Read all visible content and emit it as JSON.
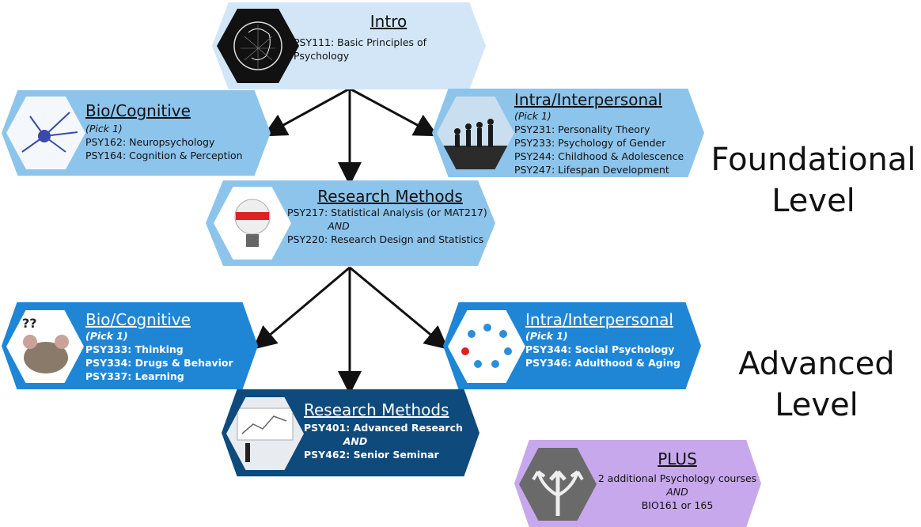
{
  "colors": {
    "intro": "#d2e6f8",
    "foundational": "#8cc4ec",
    "advanced": "#1f86d6",
    "advanced_methods": "#0e4a7c",
    "plus": "#c8a8ec",
    "arrow": "#111111"
  },
  "intro": {
    "title": "Intro",
    "course": "PSY111: Basic Principles of Psychology",
    "image_icon": "brain-head-icon"
  },
  "foundational": {
    "level_label_line1": "Foundational",
    "level_label_line2": "Level",
    "bio": {
      "title": "Bio/Cognitive",
      "pick": "(Pick 1)",
      "courses": [
        "PSY162: Neuropsychology",
        "PSY164: Cognition & Perception"
      ],
      "image_icon": "neuron-icon"
    },
    "intra": {
      "title": "Intra/Interpersonal",
      "pick": "(Pick 1)",
      "courses": [
        "PSY231: Personality Theory",
        "PSY233: Psychology of Gender",
        "PSY244: Childhood & Adolescence",
        "PSY247: Lifespan Development"
      ],
      "image_icon": "people-silhouette-icon"
    },
    "methods": {
      "title": "Research Methods",
      "line1": "PSY217: Statistical Analysis (or MAT217)",
      "and": "AND",
      "line2": "PSY220: Research Design and Statistics",
      "image_icon": "research-lightbulb-icon"
    }
  },
  "advanced": {
    "level_label_line1": "Advanced",
    "level_label_line2": "Level",
    "bio": {
      "title": "Bio/Cognitive",
      "pick": "(Pick 1)",
      "courses": [
        "PSY333: Thinking",
        "PSY334: Drugs & Behavior",
        "PSY337: Learning"
      ],
      "image_icon": "rat-question-icon"
    },
    "intra": {
      "title": "Intra/Interpersonal",
      "pick": "(Pick 1)",
      "courses": [
        "PSY344: Social Psychology",
        "PSY346: Adulthood & Aging"
      ],
      "image_icon": "social-circle-icon"
    },
    "methods": {
      "title": "Research Methods",
      "line1": "PSY401: Advanced Research",
      "and": "AND",
      "line2": "PSY462: Senior Seminar",
      "image_icon": "presentation-board-icon"
    }
  },
  "plus": {
    "title": "PLUS",
    "line1": "2 additional Psychology courses",
    "and": "AND",
    "line2": "BIO161 or 165",
    "image_icon": "split-arrows-road-icon"
  }
}
